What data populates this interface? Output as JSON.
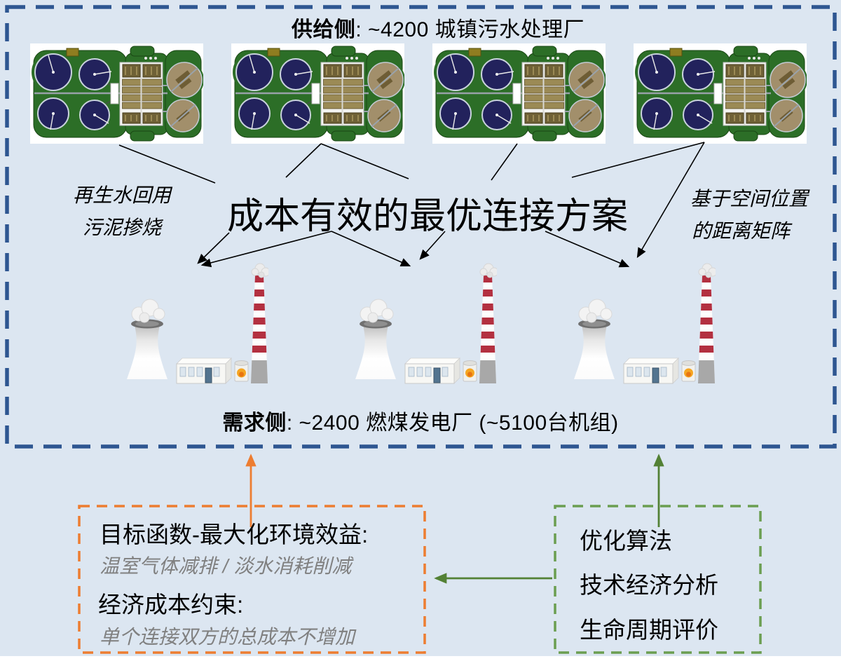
{
  "supply": {
    "label_bold": "供给侧",
    "label_rest": ": ~4200 城镇污水处理厂"
  },
  "center_title": "成本有效的最优连接方案",
  "left_note": {
    "line1": "再生水回用",
    "line2": "污泥掺烧"
  },
  "right_note": {
    "line1": "基于空间位置",
    "line2": "的距离矩阵"
  },
  "demand": {
    "label_bold": "需求侧",
    "label_rest": ": ~2400 燃煤发电厂 (~5100台机组)"
  },
  "objective_box": {
    "heading1": "目标函数-最大化环境效益:",
    "sub1": "温室气体减排 / 淡水消耗削减",
    "heading2": "经济成本约束:",
    "sub2": "单个连接双方的总成本不增加"
  },
  "method_box": {
    "items": [
      "优化算法",
      "技术经济分析",
      "生命周期评价"
    ]
  },
  "colors": {
    "background": "#dce6f1",
    "frame_blue": "#2e5691",
    "box_orange": "#ed7d31",
    "box_green": "#6b9e51",
    "arrow_green": "#538135",
    "subtext_gray": "#808080"
  },
  "icons": {
    "wwtp": "wastewater-treatment-plant-aerial",
    "power_plant": "coal-power-plant-cooling-tower-chimney"
  }
}
